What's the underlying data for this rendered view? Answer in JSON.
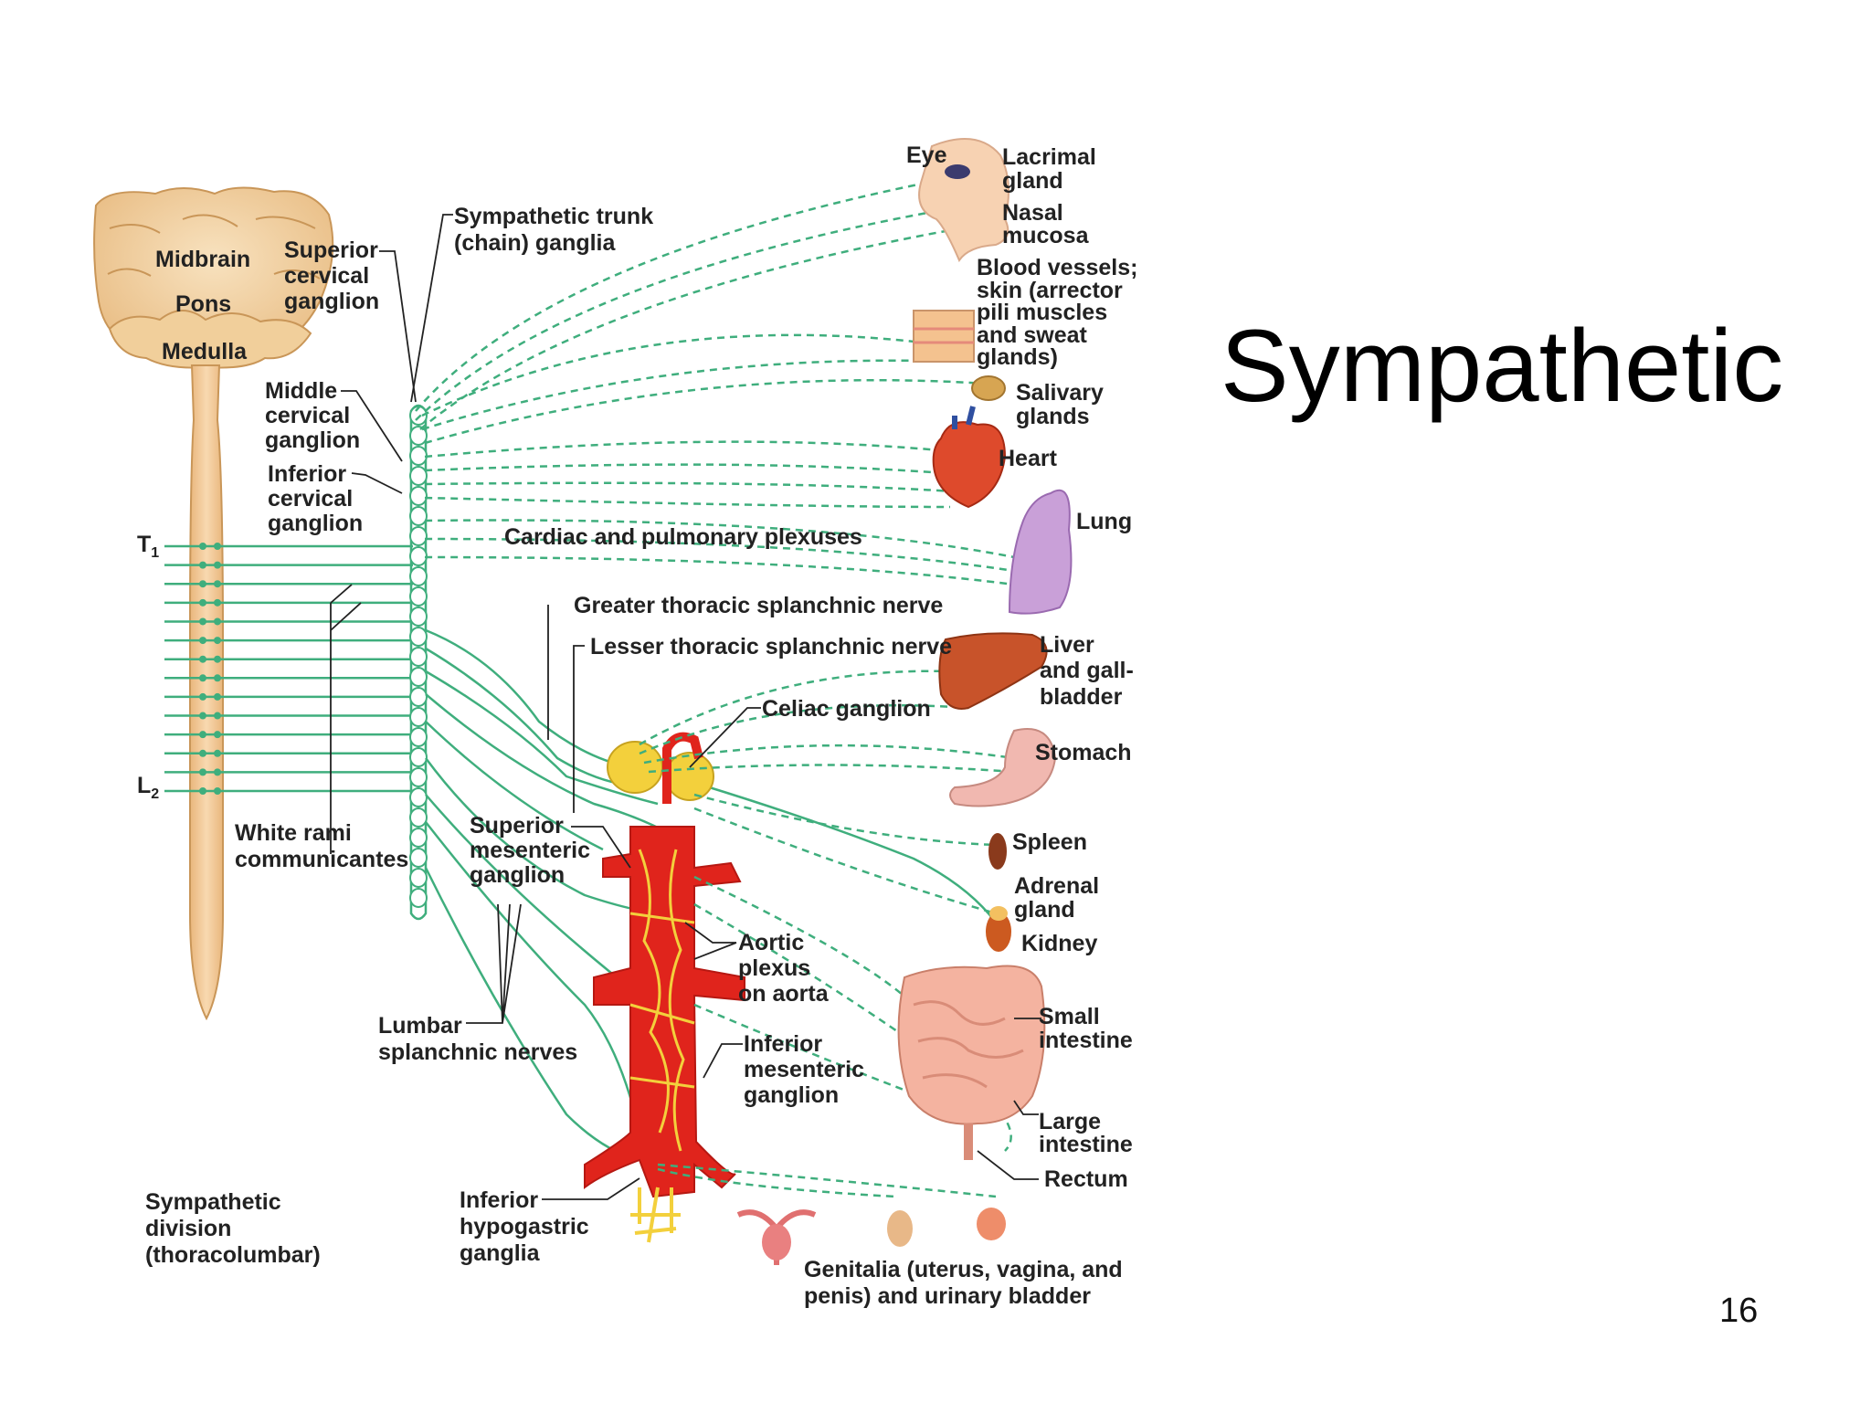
{
  "slide": {
    "title": "Sympathetic",
    "page_number": "16"
  },
  "diagram": {
    "brain_labels": {
      "midbrain": "Midbrain",
      "pons": "Pons",
      "medulla": "Medulla"
    },
    "cord_labels": {
      "t1": "T",
      "t1_sub": "1",
      "l2": "L",
      "l2_sub": "2"
    },
    "ganglia_labels": {
      "superior_cervical": [
        "Superior",
        "cervical",
        "ganglion"
      ],
      "middle_cervical": [
        "Middle",
        "cervical",
        "ganglion"
      ],
      "inferior_cervical": [
        "Inferior",
        "cervical",
        "ganglion"
      ],
      "sympathetic_trunk": [
        "Sympathetic trunk",
        "(chain) ganglia"
      ],
      "white_rami": [
        "White rami",
        "communicantes"
      ],
      "superior_mesenteric": [
        "Superior",
        "mesenteric",
        "ganglion"
      ],
      "lumbar_splanchnic": [
        "Lumbar",
        "splanchnic nerves"
      ],
      "inferior_hypogastric": [
        "Inferior",
        "hypogastric",
        "ganglia"
      ],
      "aortic_plexus": [
        "Aortic",
        "plexus",
        "on aorta"
      ],
      "inferior_mesenteric": [
        "Inferior",
        "mesenteric",
        "ganglion"
      ],
      "celiac": "Celiac ganglion",
      "greater_splanchnic": "Greater thoracic splanchnic nerve",
      "lesser_splanchnic": "Lesser thoracic splanchnic nerve",
      "cardiac_plexuses": "Cardiac and pulmonary plexuses"
    },
    "organ_labels": {
      "eye": "Eye",
      "lacrimal": [
        "Lacrimal",
        "gland"
      ],
      "nasal": [
        "Nasal",
        "mucosa"
      ],
      "blood_vessels": [
        "Blood vessels;",
        "skin (arrector",
        "pili muscles",
        "and sweat",
        "glands)"
      ],
      "salivary": [
        "Salivary",
        "glands"
      ],
      "heart": "Heart",
      "lung": "Lung",
      "liver": [
        "Liver",
        "and gall-",
        "bladder"
      ],
      "stomach": "Stomach",
      "spleen": "Spleen",
      "adrenal": [
        "Adrenal",
        "gland"
      ],
      "kidney": "Kidney",
      "small_intestine": [
        "Small",
        "intestine"
      ],
      "large_intestine": [
        "Large",
        "intestine"
      ],
      "rectum": "Rectum",
      "genitalia": [
        "Genitalia (uterus, vagina, and",
        "penis) and urinary bladder"
      ]
    },
    "caption": [
      "Sympathetic",
      "division",
      "(thoracolumbar)"
    ],
    "colors": {
      "nerve": "#3fae7d",
      "aorta": "#e0241c",
      "plexus": "#f3d03c",
      "cord": "#f2c58c",
      "liver": "#c8532a",
      "lung": "#c9a0d8"
    }
  }
}
